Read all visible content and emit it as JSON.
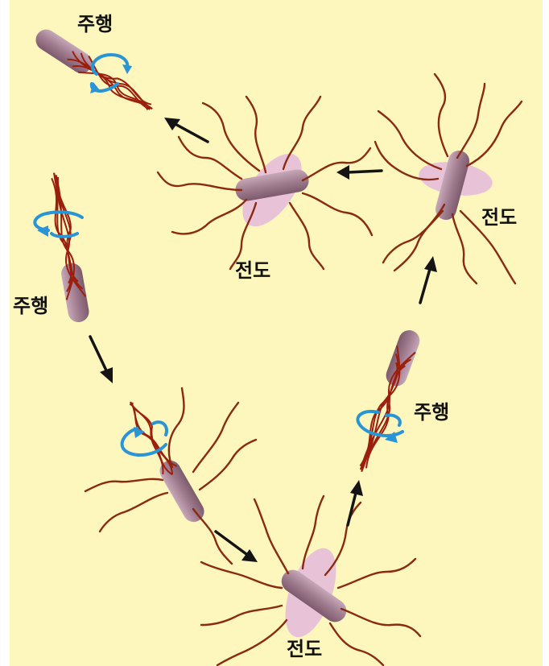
{
  "labels": {
    "run_top": "주행",
    "run_left": "주행",
    "run_right": "주행",
    "tumble_center": "전도",
    "tumble_right": "전도",
    "tumble_bottom": "전도"
  },
  "colors": {
    "background": "#fdf6bd",
    "cell_body": "#a07c8f",
    "tumble_halo": "#e8c3d8",
    "flagella": "#8a2a10",
    "rotation_arrow": "#2a95d6",
    "path_arrow": "#141414"
  },
  "icons": {
    "bacterium": "rod-shaped-bacterium",
    "rotation": "rotation-arrow-icon",
    "direction": "direction-arrow-icon"
  }
}
